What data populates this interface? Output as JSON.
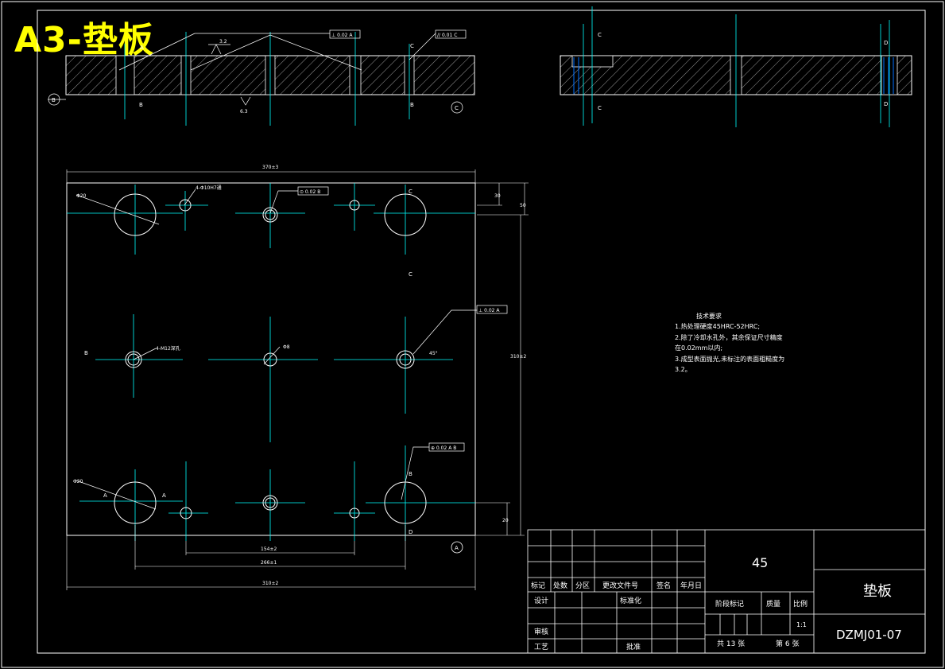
{
  "sheet": {
    "title": "A3-垫板"
  },
  "section_labels": {
    "a": "A",
    "b": "B",
    "c": "C",
    "d": "D"
  },
  "plan_dims": {
    "width_top": "370±3",
    "width_bottom": "310±2",
    "center_span1": "154±2",
    "center_span2": "266±1",
    "right_v1": "30",
    "right_v2": "50",
    "right_v3": "20",
    "right_total": "310±2"
  },
  "hole_notes": {
    "bolt": "4-Φ10H7通",
    "water": "4-M12深孔",
    "dowel": "Φ20",
    "small": "Φ8",
    "angle_ref": "45°"
  },
  "tolerance_frames": {
    "section_top_left": "⊥ 0.02 A",
    "section_top_right": "// 0.01 C",
    "plan_top": "⊙ 0.02 B",
    "plan_mid": "⊥ 0.02 A",
    "plan_bottom": "⊕ 0.02 A B"
  },
  "roughness": {
    "top": "3.2",
    "bottom": "6.3"
  },
  "tech_req": {
    "heading": "技术要求",
    "line1": "1.热处理硬度45HRC-52HRC;",
    "line2": "2.除了冷却水孔外，其余保证尺寸精度",
    "line3": "在0.02mm以内;",
    "line4": "3.成型表面抛光,未标注的表面粗糙度为",
    "line5": "3.2。"
  },
  "title_block": {
    "material": "45",
    "part_name": "垫板",
    "drawing_no": "DZMJ01-07",
    "col_mark": "标记",
    "col_count": "处数",
    "col_zone": "分区",
    "col_doc": "更改文件号",
    "col_sign": "签名",
    "col_date": "年月日",
    "design": "设计",
    "standard": "标准化",
    "review": "审核",
    "process": "工艺",
    "approve": "批准",
    "stage": "阶段标记",
    "mass": "质量",
    "scale": "比例",
    "scale_value": "1:1",
    "sheets_total": "共 13 张",
    "sheet_no": "第 6 张"
  }
}
